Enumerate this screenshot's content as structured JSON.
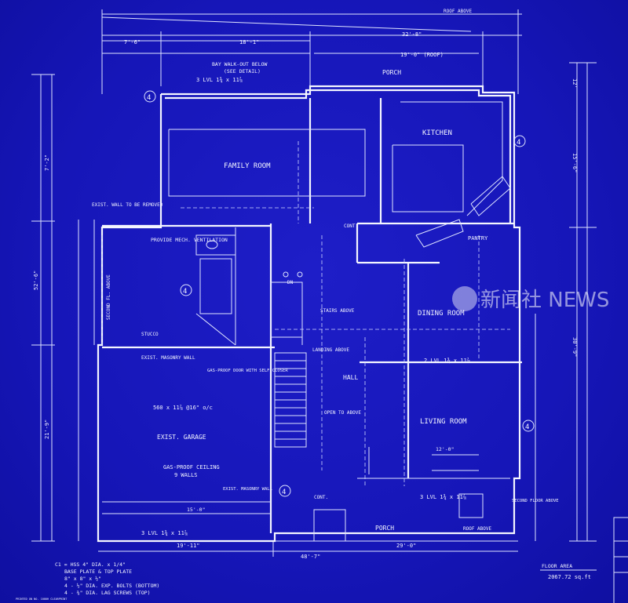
{
  "plan": {
    "rooms": {
      "family_room": "FAMILY ROOM",
      "kitchen": "KITCHEN",
      "dining_room": "DINING ROOM",
      "living_room": "LIVING ROOM",
      "hall": "HALL",
      "porch_top": "PORCH",
      "porch_bottom": "PORCH",
      "pantry": "PANTRY",
      "garage": "EXIST. GARAGE"
    },
    "notes": {
      "bay_walkout": "BAY WALK-OUT BELOW",
      "see_detail": "(SEE DETAIL)",
      "family_beam": "3 LVL 1¾ x 11⅞",
      "exist_wall": "EXIST. WALL TO BE REMOVED",
      "provide_vent": "PROVIDE MECH. VENTILATION",
      "second_fl_above": "SECOND FL. ABOVE",
      "stucco": "STUCCO",
      "exist_masonry_wall": "EXIST. MASONRY WALL",
      "gas_proof_door": "GAS-PROOF DOOR WITH SELF CLOSER",
      "lvl_span": "560 x 11⅞ @16\" o/c",
      "gas_proof_ceiling": "GAS-PROOF CEILING",
      "nine_walls": "9 WALLS",
      "exist_masonry_wall2": "EXIST. MASONRY WALL",
      "stairs_above": "STAIRS ABOVE",
      "landing_above": "LANDING ABOVE",
      "open_to_above": "OPEN TO ABOVE",
      "roof_above_top": "ROOF ABOVE",
      "roof_above_bottom": "ROOF ABOVE",
      "dining_beam": "2 LVL 1¾ x 11⅞",
      "living_beam": "3 LVL 1¾ x 11⅞",
      "garage_beam": "3 LVL 1¾ x 11⅞",
      "second_above": "SECOND FLOOR ABOVE",
      "cont": "CONT.",
      "cont2": "CONT.",
      "dn": "DN",
      "col_note_1": "C1 = HSS 4\" DIA. x 1/4\"",
      "col_note_2": "BASE PLATE & TOP PLATE",
      "col_note_3": "8\" x 8\" x ½\"",
      "col_note_4": "4 - ½\" DIA. EXP. BOLTS (BOTTOM)",
      "col_note_5": "4 - ⅜\" DIA. LAG SCREWS (TOP)",
      "floor_area_label": "FLOOR AREA",
      "floor_area_value": "2067.72 sq.ft",
      "printed": "PRINTED ON NO. 1000H CLEARPRINT"
    },
    "dims": {
      "top_overall": "32'-8\"",
      "top_porch": "19'-0\" (ROOF)",
      "top_left": "7'-6\"",
      "top_mid": "18'-1\"",
      "right_top": "12'",
      "right_mid": "15'-6\"",
      "right_low": "30'-9\"",
      "left_overall": "52'-6\"",
      "left_top": "7'-2\"",
      "left_mid": "21'-9\"",
      "bottom_left": "19'-11\"",
      "bottom_right": "29'-0\"",
      "bottom_overall": "48'-7\"",
      "living_w": "12'-0\"",
      "garage_w": "15'-0\""
    },
    "grid_bubble": "4"
  },
  "watermark": {
    "text": "新闻社 NEWS",
    "icon": "istock-logo-icon"
  },
  "colors": {
    "paper": "#1616b8",
    "ink": "#f2f4ff"
  }
}
